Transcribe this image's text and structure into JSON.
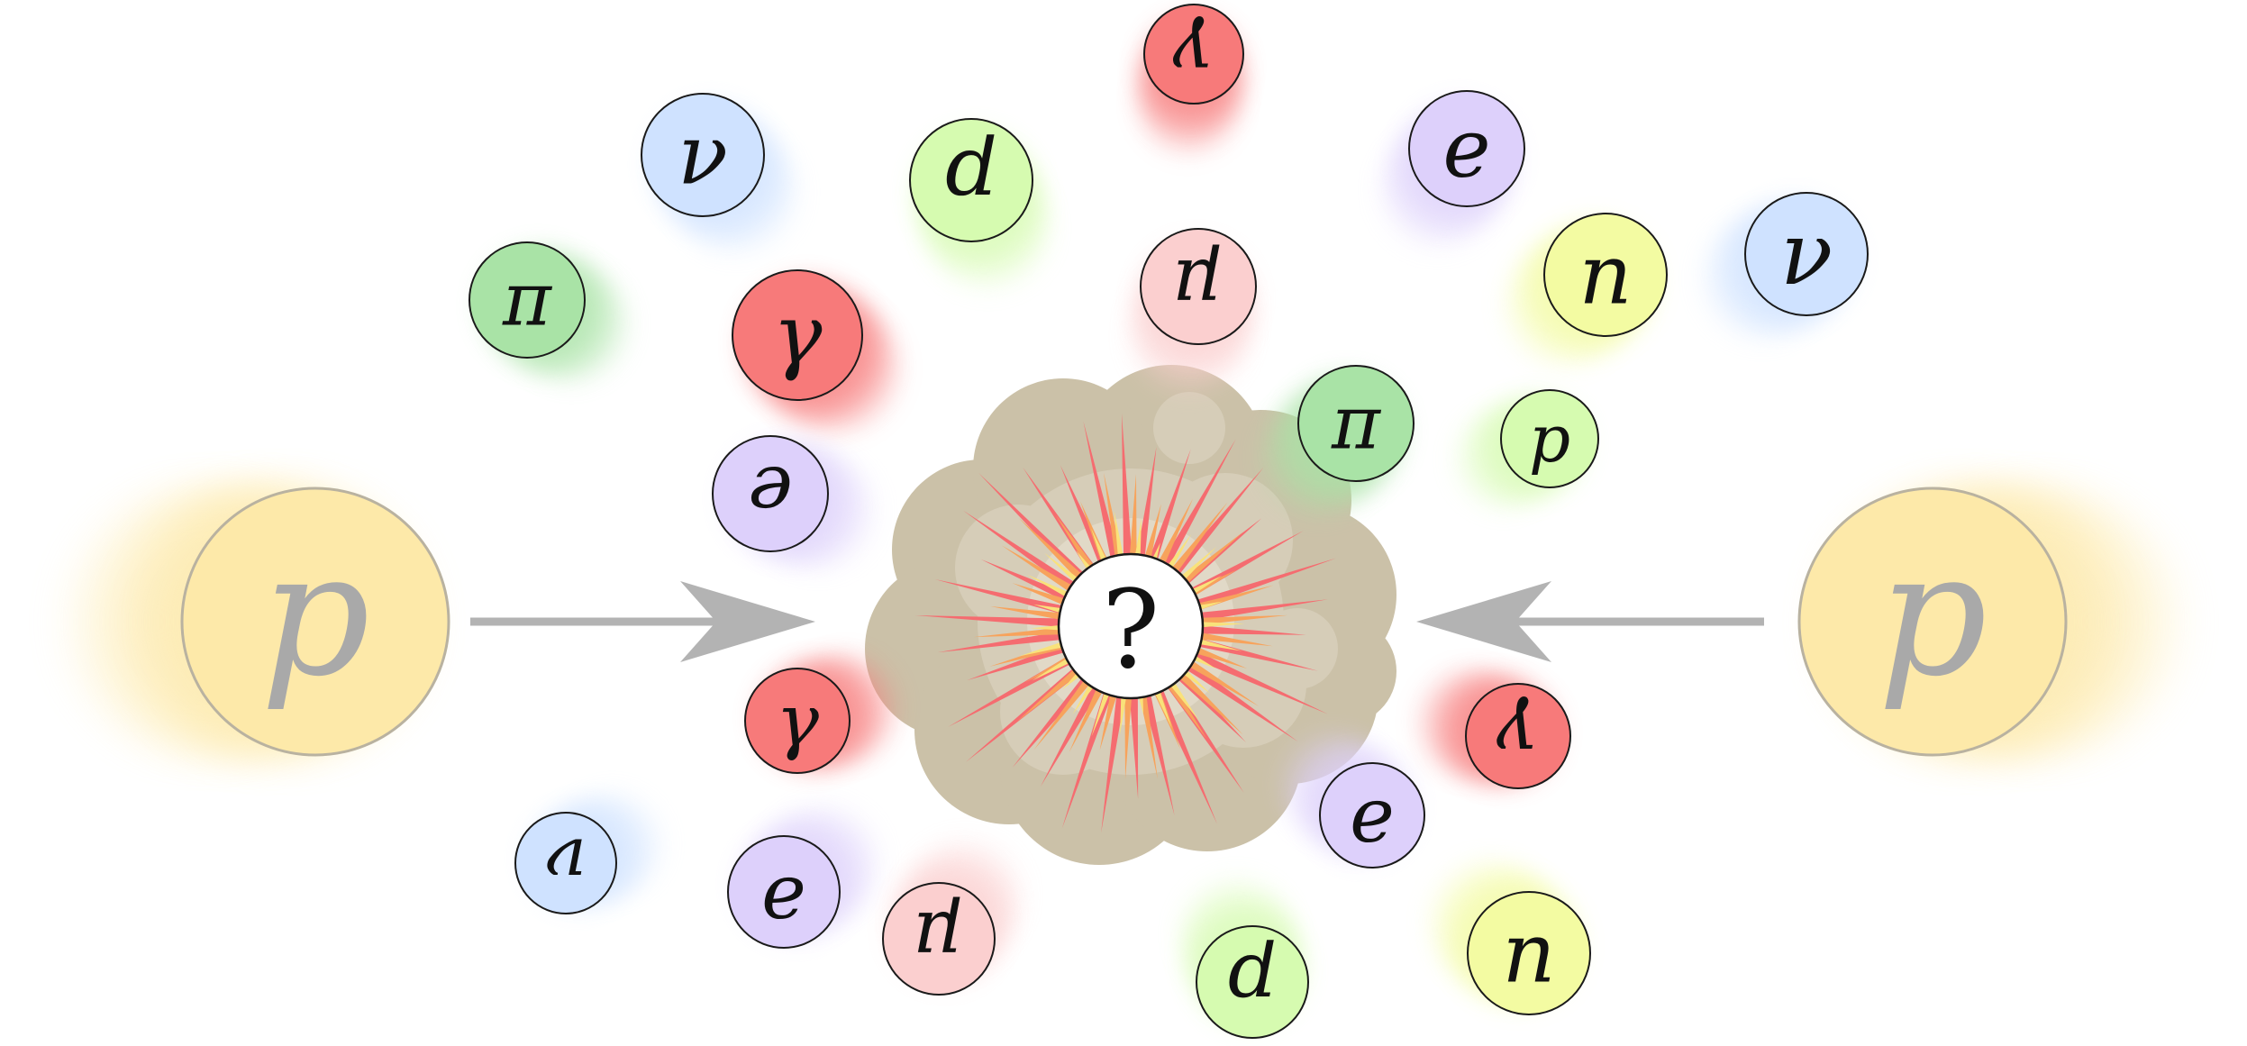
{
  "colors": {
    "nu": "#cfe2ff",
    "pi": "#a9e3a6",
    "gamma": "#f77a7a",
    "e": "#ddd0fb",
    "mu": "#fbcfcf",
    "p": "#d6fbb0",
    "n": "#f3fba2",
    "proton": "#fde9a9",
    "cloud_outer": "#cbc1a8",
    "cloud_inner": "#d6cdb8",
    "cloud_core": "#e1d9c7",
    "arrow": "#b3b3b3",
    "spike_red": "#f56c70",
    "spike_orange": "#f7a35c",
    "spike_yellow": "#f9e27a"
  },
  "protons": [
    {
      "id": "left",
      "symbol": "p"
    },
    {
      "id": "right",
      "symbol": "p"
    }
  ],
  "center": {
    "symbol": "?"
  },
  "particles": [
    {
      "symbol": "γ",
      "kind": "gamma"
    },
    {
      "symbol": "ν",
      "kind": "nu"
    },
    {
      "symbol": "p",
      "kind": "p"
    },
    {
      "symbol": "e",
      "kind": "e"
    },
    {
      "symbol": "π",
      "kind": "pi"
    },
    {
      "symbol": "γ",
      "kind": "gamma"
    },
    {
      "symbol": "μ",
      "kind": "mu"
    },
    {
      "symbol": "n",
      "kind": "n"
    },
    {
      "symbol": "ν",
      "kind": "nu"
    },
    {
      "symbol": "π",
      "kind": "pi"
    },
    {
      "symbol": "p",
      "kind": "p"
    },
    {
      "symbol": "e",
      "kind": "e"
    },
    {
      "symbol": "γ",
      "kind": "gamma"
    },
    {
      "symbol": "γ",
      "kind": "gamma"
    },
    {
      "symbol": "ν",
      "kind": "nu"
    },
    {
      "symbol": "e",
      "kind": "e"
    },
    {
      "symbol": "μ",
      "kind": "mu"
    },
    {
      "symbol": "p",
      "kind": "p"
    },
    {
      "symbol": "e",
      "kind": "e"
    },
    {
      "symbol": "n",
      "kind": "n"
    }
  ]
}
